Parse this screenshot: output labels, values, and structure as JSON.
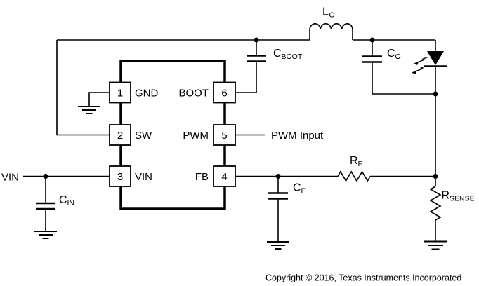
{
  "figure": {
    "type": "circuit-schematic",
    "description": "Buck LED driver typical application schematic with 6-pin IC"
  },
  "ic": {
    "pins": [
      {
        "number": "1",
        "name": "GND",
        "side": "left"
      },
      {
        "number": "2",
        "name": "SW",
        "side": "left"
      },
      {
        "number": "3",
        "name": "VIN",
        "side": "left"
      },
      {
        "number": "4",
        "name": "FB",
        "side": "right"
      },
      {
        "number": "5",
        "name": "PWM",
        "side": "right"
      },
      {
        "number": "6",
        "name": "BOOT",
        "side": "right"
      }
    ]
  },
  "components": {
    "inductor_lo": {
      "ref": "L",
      "sub": "O"
    },
    "cap_cboot": {
      "ref": "C",
      "sub": "BOOT"
    },
    "cap_co": {
      "ref": "C",
      "sub": "O"
    },
    "cap_cin": {
      "ref": "C",
      "sub": "IN"
    },
    "cap_cf": {
      "ref": "C",
      "sub": "F"
    },
    "res_rf": {
      "ref": "R",
      "sub": "F"
    },
    "res_rsense": {
      "ref": "R",
      "sub": "SENSE"
    }
  },
  "labels": {
    "vin_rail": "VIN",
    "pwm_input": "PWM Input"
  },
  "footer": {
    "copyright": "Copyright © 2016, Texas Instruments Incorporated"
  },
  "colors": {
    "line": "#000000",
    "background": "#ffffff"
  }
}
